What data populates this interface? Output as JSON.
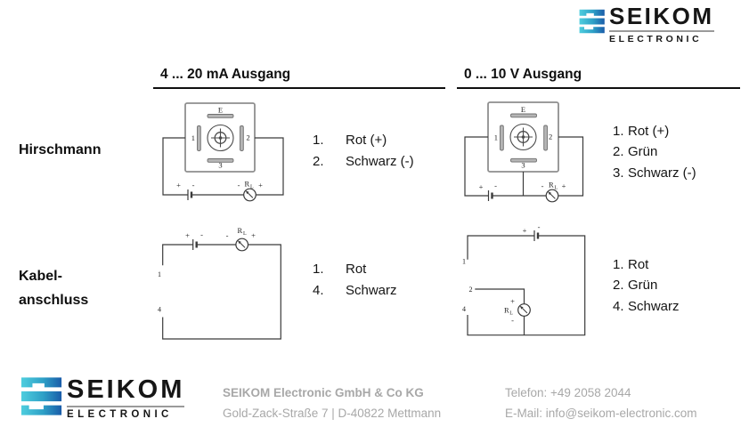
{
  "brand": {
    "name": "SEIKOM",
    "subtitle": "ELECTRONIC",
    "accent_teal": "#4ecede",
    "accent_blue": "#1a5ca9"
  },
  "columns": {
    "col1": "4 ... 20 mA Ausgang",
    "col2": "0 ... 10 V Ausgang"
  },
  "rows": {
    "row1": "Hirschmann",
    "row2a": "Kabel-",
    "row2b": "anschluss"
  },
  "pinouts": {
    "h420": [
      {
        "num": "1.",
        "label": "Rot (+)"
      },
      {
        "num": "2.",
        "label": "Schwarz (-)"
      }
    ],
    "h010": [
      {
        "num": "1.",
        "label": "Rot (+)"
      },
      {
        "num": "2.",
        "label": "Grün"
      },
      {
        "num": "3.",
        "label": "Schwarz (-)"
      }
    ],
    "k420": [
      {
        "num": "1.",
        "label": "Rot"
      },
      {
        "num": "4.",
        "label": "Schwarz"
      }
    ],
    "k010": [
      {
        "num": "1.",
        "label": "Rot"
      },
      {
        "num": "2.",
        "label": "Grün"
      },
      {
        "num": "4.",
        "label": "Schwarz"
      }
    ]
  },
  "diagram": {
    "plus": "+",
    "minus": "-",
    "r": "R",
    "r_sub": "L",
    "e": "E",
    "n1": "1",
    "n2": "2",
    "n3": "3",
    "n4": "4"
  },
  "footer": {
    "company": "SEIKOM Electronic GmbH & Co KG",
    "address": "Gold-Zack-Straße 7 | D-40822 Mettmann",
    "phone": "Telefon: +49 2058 2044",
    "email": "E-Mail: info@seikom-electronic.com"
  }
}
